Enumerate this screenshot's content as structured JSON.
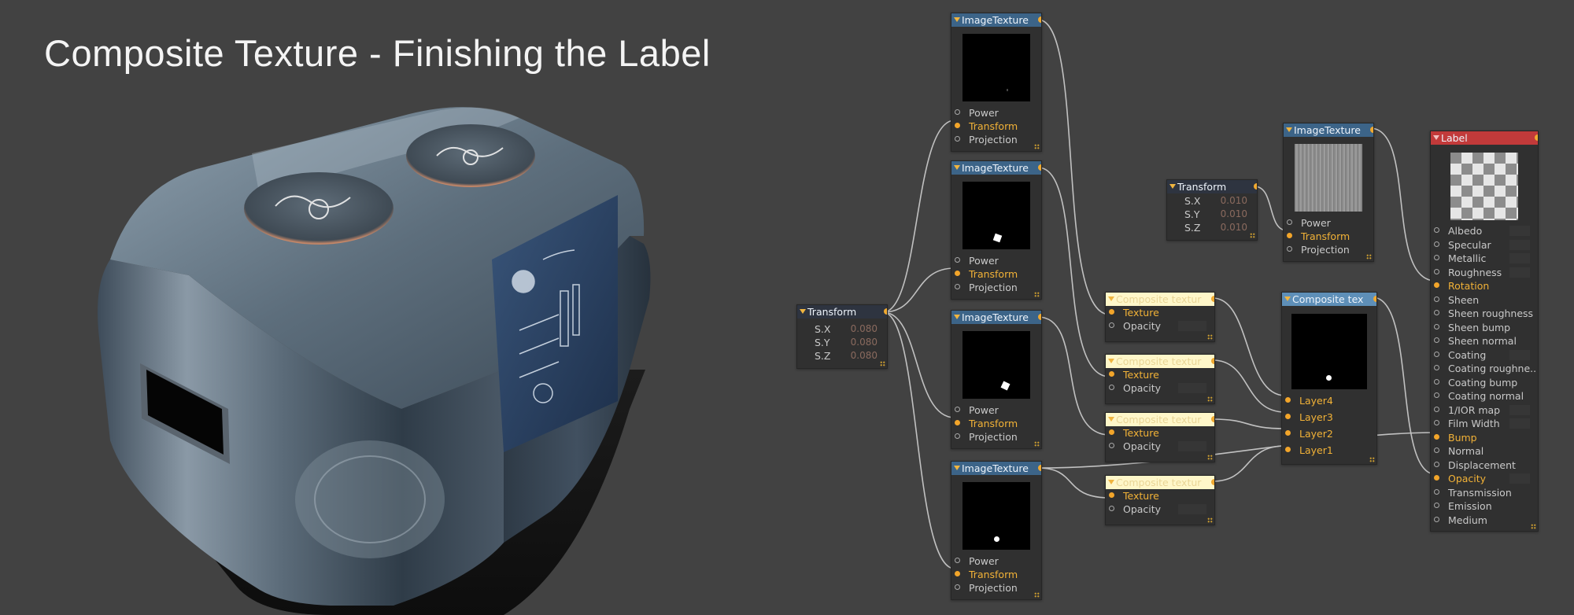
{
  "title": "Composite Texture - Finishing the Label",
  "colors": {
    "background": "#424242",
    "node_body": "#303030",
    "header_image_texture": "#3c6488",
    "header_transform": "#2e3440",
    "header_composite_layer": "#fff7c9",
    "header_composite_texture": "#5e8fb8",
    "header_material": "#c23a3a",
    "port_active": "#f2a52a",
    "wire": "#d0d0d0"
  },
  "icons": {
    "collapse": "collapse-triangle-icon",
    "port": "port-dot-icon",
    "resize": "resize-grip-icon"
  },
  "nodes": {
    "transform_main": {
      "title": "Transform",
      "fields": [
        {
          "label": "S.X",
          "value": "0.080"
        },
        {
          "label": "S.Y",
          "value": "0.080"
        },
        {
          "label": "S.Z",
          "value": "0.080"
        }
      ]
    },
    "imgtex_1": {
      "title": "ImageTexture",
      "inputs": [
        "Power",
        "Transform",
        "Projection"
      ]
    },
    "imgtex_2": {
      "title": "ImageTexture",
      "inputs": [
        "Power",
        "Transform",
        "Projection"
      ]
    },
    "imgtex_3": {
      "title": "ImageTexture",
      "inputs": [
        "Power",
        "Transform",
        "Projection"
      ]
    },
    "imgtex_4": {
      "title": "ImageTexture",
      "inputs": [
        "Power",
        "Transform",
        "Projection"
      ]
    },
    "transform_small": {
      "title": "Transform",
      "fields": [
        {
          "label": "S.X",
          "value": "0.010"
        },
        {
          "label": "S.Y",
          "value": "0.010"
        },
        {
          "label": "S.Z",
          "value": "0.010"
        }
      ]
    },
    "imgtex_bump": {
      "title": "ImageTexture",
      "inputs": [
        "Power",
        "Transform",
        "Projection"
      ]
    },
    "comp_layer_1": {
      "title": "Composite textur",
      "inputs": [
        "Texture",
        "Opacity"
      ]
    },
    "comp_layer_2": {
      "title": "Composite textur",
      "inputs": [
        "Texture",
        "Opacity"
      ]
    },
    "comp_layer_3": {
      "title": "Composite textur",
      "inputs": [
        "Texture",
        "Opacity"
      ]
    },
    "comp_layer_4": {
      "title": "Composite textur",
      "inputs": [
        "Texture",
        "Opacity"
      ]
    },
    "comp_tex": {
      "title": "Composite tex",
      "inputs": [
        "Layer4",
        "Layer3",
        "Layer2",
        "Layer1"
      ]
    },
    "label_mat": {
      "title": "Label",
      "inputs": [
        "Albedo",
        "Specular",
        "Metallic",
        "Roughness",
        "Rotation",
        "Sheen",
        "Sheen roughness",
        "Sheen bump",
        "Sheen normal",
        "Coating",
        "Coating roughne..",
        "Coating bump",
        "Coating normal",
        "1/IOR map",
        "Film Width",
        "Bump",
        "Normal",
        "Displacement",
        "Opacity",
        "Transmission",
        "Emission",
        "Medium"
      ]
    }
  }
}
